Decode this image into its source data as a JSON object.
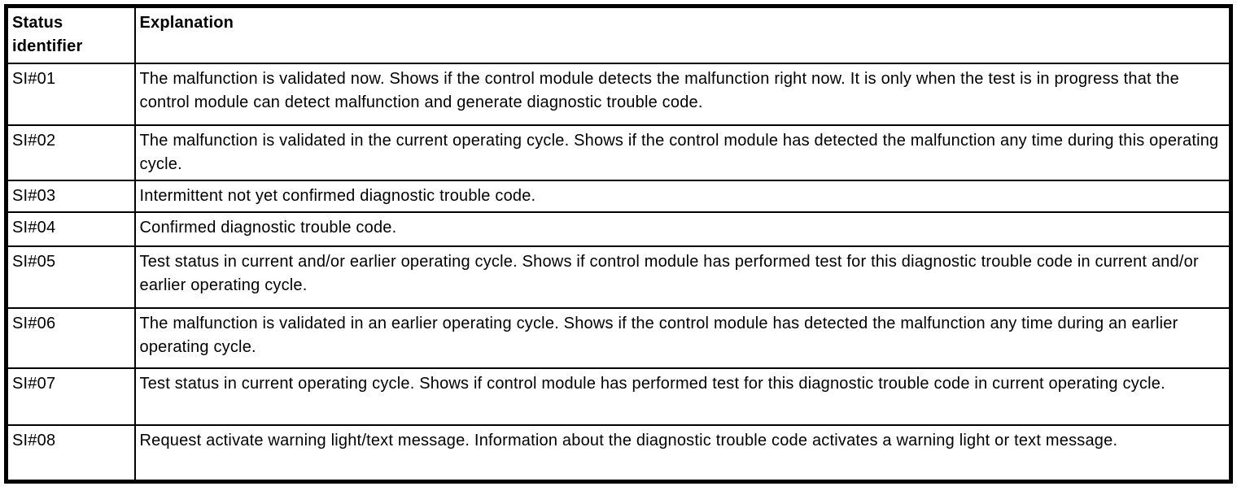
{
  "colors": {
    "border": "#000000",
    "text": "#000000",
    "background": "#ffffff"
  },
  "table": {
    "headers": {
      "status": "Status identifier",
      "explanation": "Explanation"
    },
    "rows": [
      {
        "id": "SI#01",
        "explanation": "The malfunction is validated now. Shows if the control module detects the malfunction right now. It is only when the test is in progress that the control module can detect malfunction and generate diagnostic trouble code."
      },
      {
        "id": "SI#02",
        "explanation": "The malfunction is validated in the current operating cycle. Shows if the control module has detected the malfunction any time during this operating cycle."
      },
      {
        "id": "SI#03",
        "explanation": "Intermittent not yet confirmed diagnostic trouble code."
      },
      {
        "id": "SI#04",
        "explanation": "Confirmed diagnostic trouble code."
      },
      {
        "id": "SI#05",
        "explanation": "Test status in current and/or earlier operating cycle. Shows if control module has performed test for this diagnostic trouble code in current and/or earlier operating cycle."
      },
      {
        "id": "SI#06",
        "explanation": "The malfunction is validated in an earlier operating cycle. Shows if the control module has detected the malfunction any time during an earlier operating cycle."
      },
      {
        "id": "SI#07",
        "explanation": "Test status in current operating cycle. Shows if control module has performed test for this diagnostic trouble code in current operating cycle."
      },
      {
        "id": "SI#08",
        "explanation": "Request activate warning light/text message. Information about the diagnostic trouble code activates a warning light or text message."
      }
    ]
  }
}
